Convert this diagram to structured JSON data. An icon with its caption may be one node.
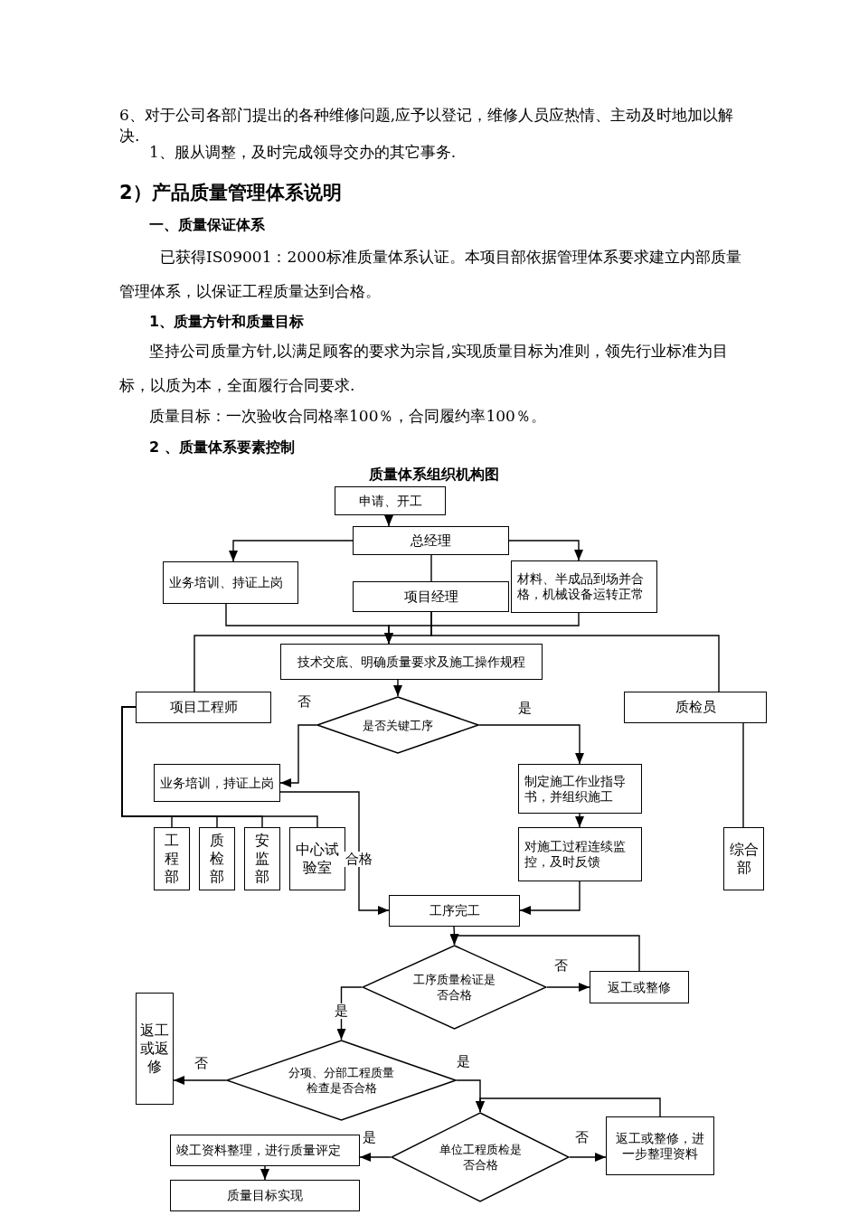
{
  "diagram": {
    "title": "质量体系组织机构图",
    "nodes": [
      {
        "text": [
          "申请、开工"
        ]
      },
      {
        "text": [
          "总经理"
        ]
      },
      {
        "text": [
          "业务培训、持证上岗"
        ]
      },
      {
        "text": [
          "项目经理"
        ]
      },
      {
        "text": [
          "材料、半成品到场并合格，机械设备运转正常"
        ]
      },
      {
        "text": [
          "技术交底、明确质量要求及施工操作规程"
        ]
      },
      {
        "text": [
          "项目工程师"
        ]
      },
      {
        "text": [
          "是否关键工序"
        ]
      },
      {
        "text": [
          "质检员"
        ]
      },
      {
        "text": [
          "制定施工作业指导书，并组织施工"
        ]
      },
      {
        "text": [
          "业务培训，持证上岗"
        ]
      },
      {
        "text": [
          "工程部"
        ]
      },
      {
        "text": [
          "质检部"
        ]
      },
      {
        "text": [
          "安监部"
        ]
      },
      {
        "text": [
          "中心试验室"
        ]
      },
      {
        "text": [
          "对施工过程连续监控，及时反馈"
        ]
      },
      {
        "text": [
          "综合部"
        ]
      },
      {
        "text": [
          "工序完工"
        ]
      },
      {
        "text": [
          "工序质量检证是否合格"
        ]
      },
      {
        "text": [
          "返工或整修"
        ]
      },
      {
        "text": [
          "返工或返修"
        ]
      },
      {
        "text": [
          "分项、分部工程质量检查是否合格"
        ]
      },
      {
        "text": [
          "返工或整修，进一步整理资料"
        ]
      },
      {
        "text": [
          "单位工程质检是否合格"
        ]
      },
      {
        "text": [
          "竣工资料整理，进行质量评定"
        ]
      },
      {
        "text": [
          "质量目标实现"
        ]
      }
    ],
    "edges": [
      {
        "from": 0,
        "to": 1,
        "arrow": "to"
      },
      {
        "from": 1,
        "to": 2,
        "arrow": "to"
      },
      {
        "from": 1,
        "to": 4,
        "arrow": "to"
      },
      {
        "from": 1,
        "to": 3,
        "arrow": "none"
      },
      {
        "from": 2,
        "to": 5,
        "arrow": "to"
      },
      {
        "from": 4,
        "to": 5,
        "arrow": "to"
      },
      {
        "from": 3,
        "to": 6,
        "arrow": "none"
      },
      {
        "from": 3,
        "to": 8,
        "arrow": "none"
      },
      {
        "from": 5,
        "to": 7,
        "arrow": "to"
      },
      {
        "from": 7,
        "to": 10,
        "arrow": "to",
        "label": "否"
      },
      {
        "from": 7,
        "to": 9,
        "arrow": "to",
        "label": "是"
      },
      {
        "from": 6,
        "to": 11,
        "arrow": "none"
      },
      {
        "from": 6,
        "to": 12,
        "arrow": "none"
      },
      {
        "from": 6,
        "to": 13,
        "arrow": "none"
      },
      {
        "from": 6,
        "to": 14,
        "arrow": "none"
      },
      {
        "from": 8,
        "to": 16,
        "arrow": "none"
      },
      {
        "from": 9,
        "to": 15,
        "arrow": "to"
      },
      {
        "from": 10,
        "to": 17,
        "arrow": "to",
        "label": "合格"
      },
      {
        "from": 15,
        "to": 17,
        "arrow": "to"
      },
      {
        "from": 17,
        "to": 18,
        "arrow": "to"
      },
      {
        "from": 18,
        "to": 19,
        "arrow": "to",
        "label": "否"
      },
      {
        "from": 19,
        "to": 18,
        "arrow": "to"
      },
      {
        "from": 18,
        "to": 21,
        "arrow": "to",
        "label": "是"
      },
      {
        "from": 21,
        "to": 20,
        "arrow": "to",
        "label": "否"
      },
      {
        "from": 21,
        "to": 23,
        "arrow": "to",
        "label": "是"
      },
      {
        "from": 22,
        "to": 23,
        "arrow": "to"
      },
      {
        "from": 23,
        "to": 22,
        "arrow": "to",
        "label": "否"
      },
      {
        "from": 23,
        "to": 24,
        "arrow": "to",
        "label": "是"
      },
      {
        "from": 24,
        "to": 25,
        "arrow": "to"
      }
    ],
    "labels": [
      "6、对于公司各部门提出的各种维修问题,应予以登记，维修人员应热情、主动及时地加以解决.",
      "1、服从调整，及时完成领导交办的其它事务.",
      "2）产品质量管理体系说明",
      "一、质量保证体系",
      "已获得IS09001：2000标准质量体系认证。本项目部依据管理体系要求建立内部质量管理体系，以保证工程质量达到合格。",
      "1、质量方针和质量目标",
      "坚持公司质量方针,以满足顾客的要求为宗旨,实现质量目标为准则，领先行业标准为目标，以质为本，全面履行合同要求.",
      "质量目标：一次验收合同格率100％，合同履约率100％。",
      "2 、质量体系要素控制"
    ]
  }
}
